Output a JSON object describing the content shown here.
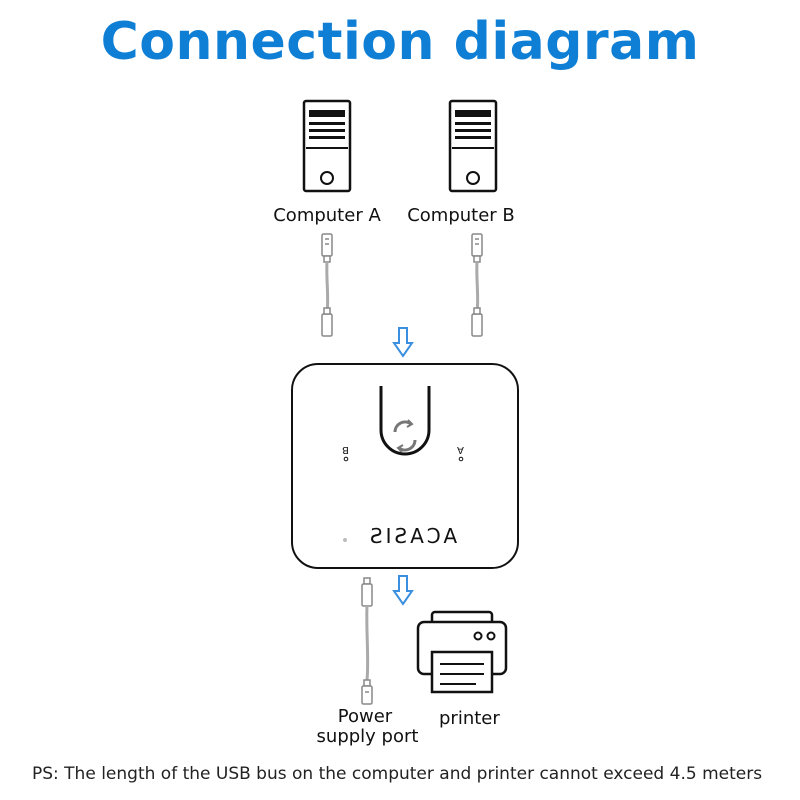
{
  "title": "Connection diagram",
  "computers": [
    {
      "label": "Computer A",
      "icon": "computer-tower-icon"
    },
    {
      "label": "Computer B",
      "icon": "computer-tower-icon"
    }
  ],
  "switch": {
    "brand": "ACASIS",
    "port_a_label": "A",
    "port_b_label": "B",
    "button_icon": "switch-cycle-icon"
  },
  "power_label_line1": "Power",
  "power_label_line2": "supply port",
  "printer_label": "printer",
  "note": "PS: The length of the USB bus on the computer and printer cannot exceed 4.5 meters",
  "colors": {
    "title": "#0f7fd6",
    "arrow": "#3b8fe0",
    "outline": "#111111",
    "cable": "#9a9a9a"
  }
}
